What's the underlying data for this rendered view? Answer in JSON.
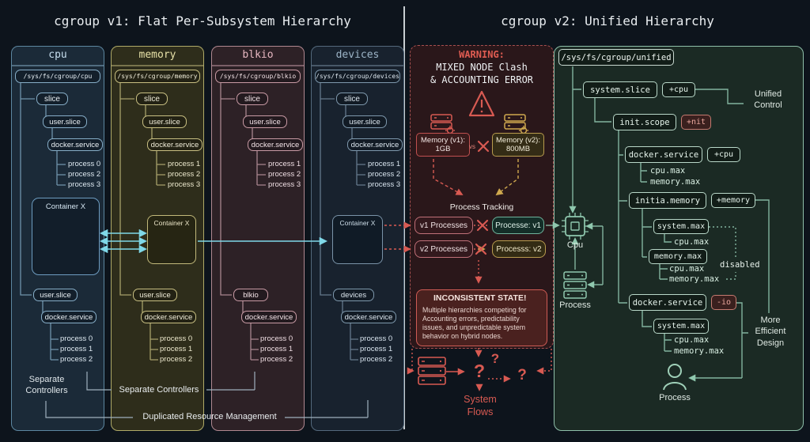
{
  "titles": {
    "v1": "cgroup v1: Flat Per-Subsystem Hierarchy",
    "v2": "cgroup v2: Unified Hierarchy"
  },
  "v1": {
    "columns": [
      {
        "name": "cpu",
        "path": "/sys/fs/cgroup/cpu",
        "nodes": [
          "slice",
          "user.slice",
          "docker.service"
        ],
        "processes": [
          "process 0",
          "process 2",
          "process 3"
        ],
        "container": "Container X",
        "lower_nodes": [
          "user.slice",
          "docker.service"
        ],
        "lower_processes": [
          "process 0",
          "process 1",
          "process 2"
        ]
      },
      {
        "name": "memory",
        "path": "/sys/fs/cgroup/memory",
        "nodes": [
          "slice",
          "user.slice",
          "docker.service"
        ],
        "processes": [
          "process 1",
          "process 2",
          "process 3"
        ],
        "container": "Container X",
        "lower_nodes": [
          "user.slice",
          "docker.service"
        ],
        "lower_processes": [
          "process 0",
          "process 1",
          "process 2"
        ]
      },
      {
        "name": "blkio",
        "path": "/sys/fs/cgroup/blkio",
        "nodes": [
          "slice",
          "user.slice",
          "docker.service"
        ],
        "processes": [
          "process 1",
          "process 2",
          "process 3"
        ],
        "lower_nodes": [
          "blkio",
          "docker.service"
        ],
        "lower_processes": [
          "process 0",
          "process 1",
          "process 2"
        ]
      },
      {
        "name": "devices",
        "path": "/sys/fs/cgroup/devices",
        "nodes": [
          "slice",
          "user.slice",
          "docker.service"
        ],
        "processes": [
          "process 1",
          "process 2",
          "process 3"
        ],
        "container": "Container X",
        "lower_nodes": [
          "devices",
          "docker.service"
        ],
        "lower_processes": [
          "process 0",
          "process 1",
          "process 2"
        ]
      }
    ],
    "labels": {
      "separate_controllers_col1": "Separate Controllers",
      "separate_controllers_span": "Separate Controllers",
      "duplicated_resource": "Duplicated Resource Management"
    }
  },
  "middle": {
    "warning_title": "WARNING:",
    "warning_line1": "MIXED NODE Clash",
    "warning_line2": "& ACCOUNTING ERROR",
    "memory_v1_label": "Memory (v1):",
    "memory_v1_value": "1GB",
    "vs": "vs",
    "memory_v2_label": "Memory (v2):",
    "memory_v2_value": "800MB",
    "process_tracking": "Process Tracking",
    "v1_processes": "v1 Processes",
    "v1_result": "Processe: v1",
    "v2_processes": "v2 Processes",
    "v2_result": "Processs: v2",
    "inconsistent_title": "INCONSISTENT STATE!",
    "inconsistent_body": "Multiple hierarchies competing for Accounting errors, predictability issues, and unpredictable system behavior on hybrid nodes.",
    "question_mark": "?",
    "system_flows": "System Flows"
  },
  "v2": {
    "root_path": "/sys/fs/cgroup/unified",
    "system_slice": "system.slice",
    "system_slice_tag": "+cpu",
    "init_scope": "init.scope",
    "init_scope_tag": "+nit",
    "docker_service_1": "docker.service",
    "docker_service_1_tag": "+cpu",
    "docker_service_1_children": [
      "cpu.max",
      "memory.max"
    ],
    "initia_memory": "initia.memory",
    "initia_memory_tag": "+memory",
    "system_max_1": "system.max",
    "system_max_1_child": "cpu.max",
    "memory_max": "memory.max",
    "memory_max_children": [
      "cpu.max",
      "memory.max"
    ],
    "disabled": "disabled",
    "docker_service_2": "docker.service",
    "docker_service_2_tag": "-io",
    "system_max_2": "system.max",
    "system_max_2_children": [
      "cpu.max",
      "memory.max"
    ],
    "cpu_icon_label": "Cpu",
    "process_icon_label": "Process",
    "process_person_label": "Process",
    "unified_control": "Unified Control",
    "more_efficient": "More Efficient Design"
  },
  "colors": {
    "v1_cpu": "#87aec8",
    "v1_memory": "#c8bf82",
    "v1_blkio": "#c89aa4",
    "v1_devices": "#7e98ac",
    "warning_red": "#d85a52",
    "warning_yellow": "#cfa94e",
    "v2_teal": "#8fc8ae",
    "arrow_cyan": "#7fd8e8"
  }
}
